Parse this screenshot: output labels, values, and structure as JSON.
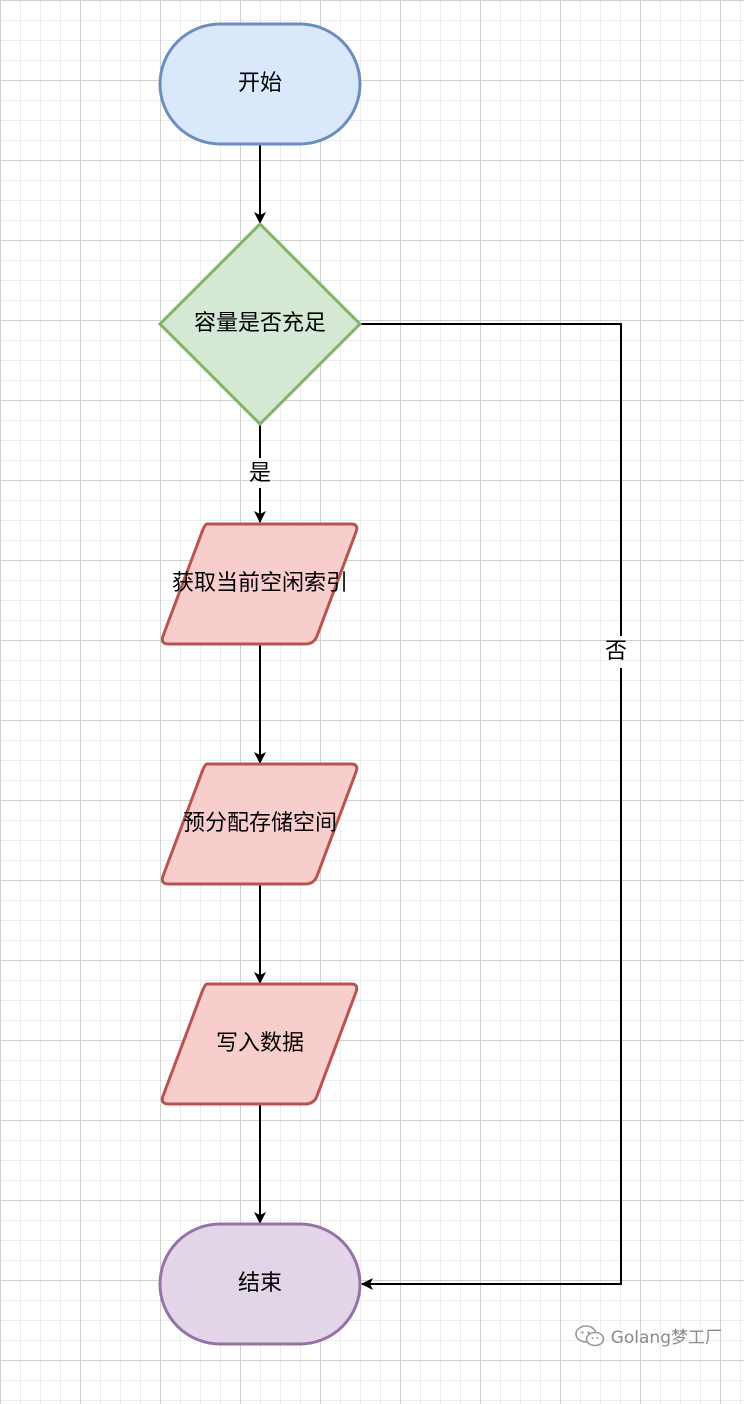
{
  "nodes": {
    "start": {
      "label": "开始"
    },
    "decision": {
      "label": "容量是否充足"
    },
    "get_index": {
      "label": "获取当前空闲索引"
    },
    "prealloc": {
      "label": "预分配存储空间"
    },
    "write": {
      "label": "写入数据"
    },
    "end": {
      "label": "结束"
    }
  },
  "edges": {
    "yes_label": "是",
    "no_label": "否"
  },
  "watermark": {
    "text": "Golang梦工厂",
    "icon": "wechat-icon"
  },
  "colors": {
    "start_fill": "#dae8fc",
    "start_stroke": "#6c8ebf",
    "decision_fill": "#d5e8d4",
    "decision_stroke": "#82b366",
    "process_fill": "#f8cecc",
    "process_stroke": "#b85450",
    "end_fill": "#e1d5e7",
    "end_stroke": "#9673a6",
    "edge": "#000000"
  }
}
